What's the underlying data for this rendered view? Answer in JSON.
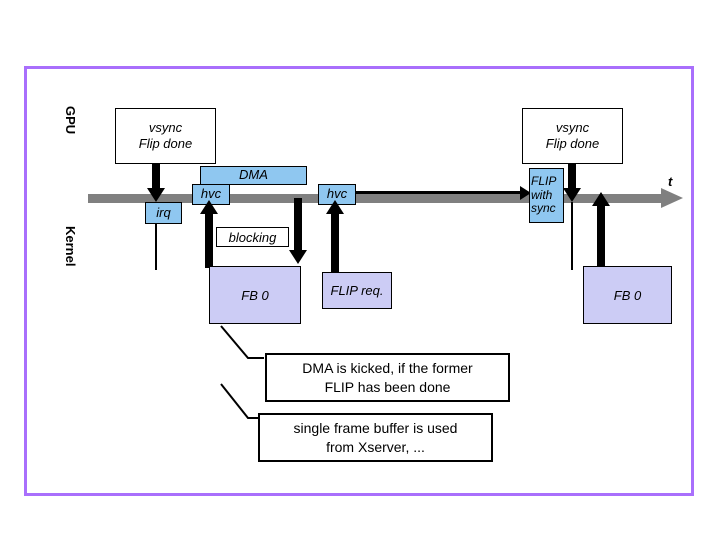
{
  "diagram": {
    "title": "GPU / Kernel vsync-flip timing diagram",
    "colors": {
      "frame_border": "#a96ffc",
      "timeline": "#808080",
      "blue_box": "#8fc7f0",
      "lavender_box": "#ccccf5",
      "arrow": "#000000",
      "background": "#ffffff"
    },
    "lanes": {
      "upper_label": "GPU",
      "lower_label": "Kernel"
    },
    "timeline": {
      "axis_label": "t",
      "direction": "left-to-right"
    },
    "events": {
      "vsync_left": {
        "line1": "vsync",
        "line2": "Flip done"
      },
      "vsync_right": {
        "line1": "vsync",
        "line2": "Flip done"
      },
      "irq": "irq",
      "hvc_first": "hvc",
      "hvc_second": "hvc",
      "dma": "DMA",
      "blocking": "blocking",
      "flip_with_sync": {
        "line1": "FLIP",
        "line2": "with",
        "line3": "sync"
      },
      "flip_req": "FLIP req.",
      "fb_left": "FB 0",
      "fb_right": "FB 0"
    },
    "notes": [
      {
        "id": "note-dma-kick",
        "line1": "DMA is kicked, if the former",
        "line2": "FLIP has been done"
      },
      {
        "id": "note-single-fb",
        "line1": "single frame buffer is used",
        "line2": "from Xserver, ..."
      }
    ]
  }
}
